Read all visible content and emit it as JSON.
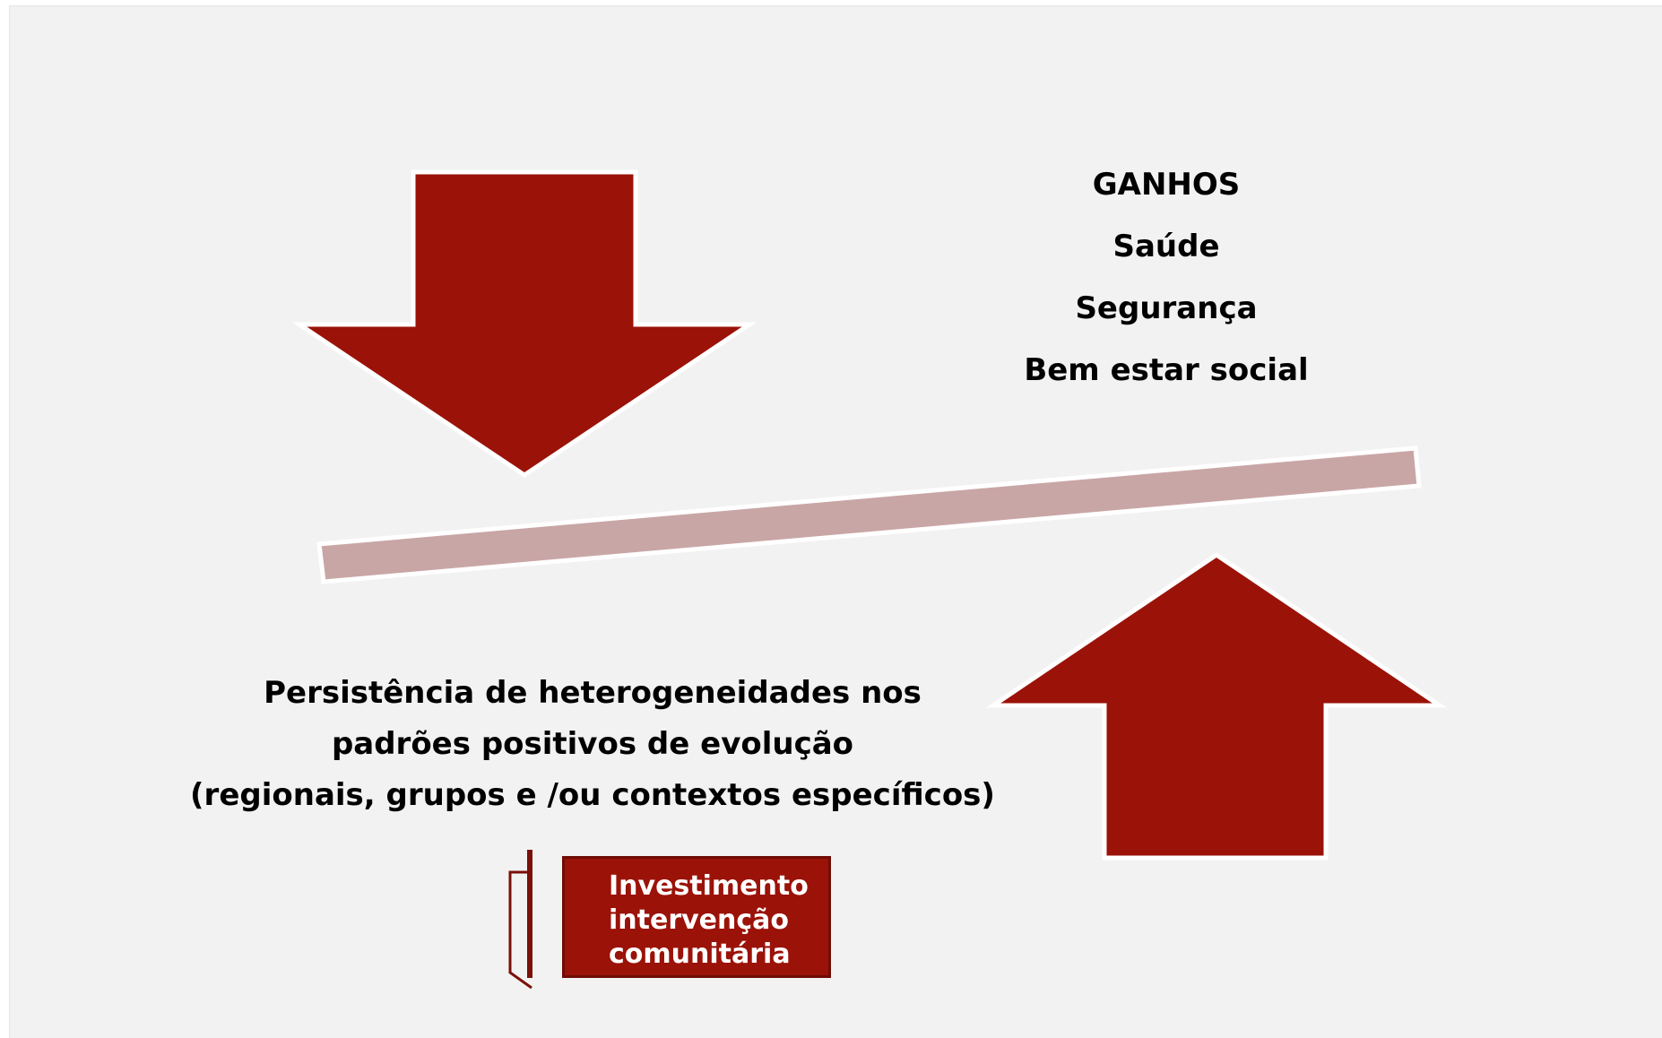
{
  "colors": {
    "background": "#f2f2f2",
    "arrow_fill": "#9b1208",
    "lever_fill": "#c9a6a6",
    "outline": "#ffffff",
    "text": "#000000",
    "box_text": "#ffffff"
  },
  "gains": {
    "lines": [
      "GANHOS",
      "Saúde",
      "Segurança",
      "Bem estar social"
    ]
  },
  "persistence": {
    "lines": [
      "Persistência de heterogeneidades nos",
      "padrões positivos de evolução",
      "(regionais, grupos e /ou contextos específicos)"
    ]
  },
  "investment": {
    "lines": [
      "Investimento",
      "intervenção",
      "comunitária"
    ]
  }
}
